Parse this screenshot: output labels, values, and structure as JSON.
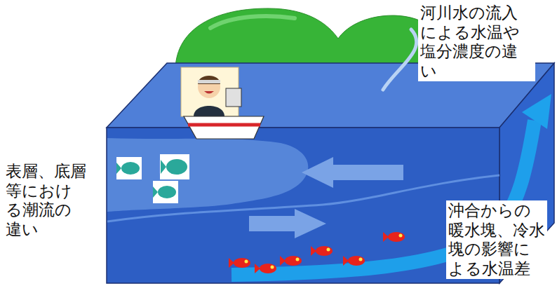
{
  "diagram": {
    "labels": [
      "河川水の流入による水温や塩分濃度の違い",
      "表層、底層等における潮流の違い",
      "沖合からの暖水塊、冷水塊の影響による水温差"
    ]
  }
}
